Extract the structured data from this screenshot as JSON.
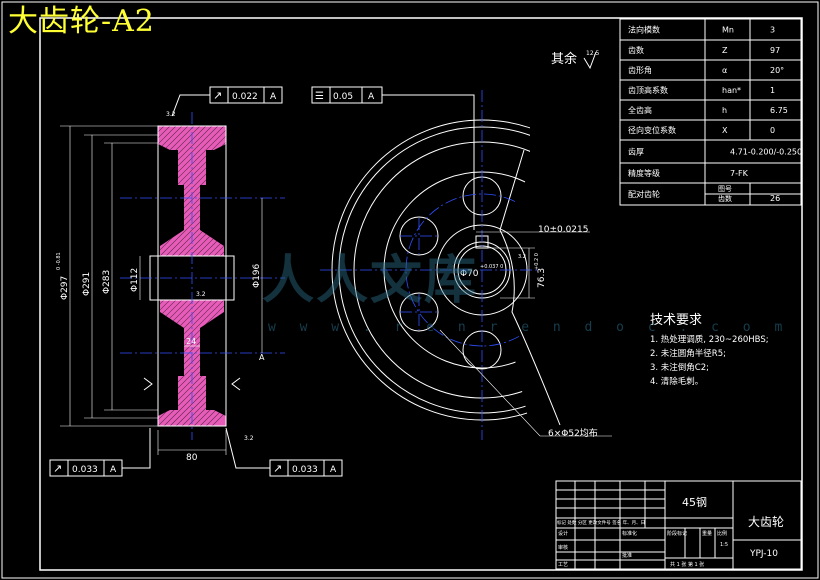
{
  "title": "大齿轮-A2",
  "surface_finish_note": {
    "label": "其余",
    "value": "12.5"
  },
  "tolerance_frames": {
    "top_left": {
      "symbol": "↗",
      "value": "0.022",
      "datum": "A"
    },
    "top_mid": {
      "symbol": "☰",
      "value": "0.05",
      "datum": "A"
    },
    "bottom_left": {
      "symbol": "↗",
      "value": "0.033",
      "datum": "A"
    },
    "bottom_right": {
      "symbol": "↗",
      "value": "0.033",
      "datum": "A"
    }
  },
  "section_dims": {
    "d_outer": "Φ297",
    "d_outer_tol": "0\n-0.81",
    "d_mid": "Φ291",
    "d_inner": "Φ283",
    "d_hub": "Φ112",
    "d_bore": "Φ196",
    "width": "80",
    "web": "24",
    "r": "3.2",
    "finish_a": "3.2",
    "finish_b": "3.2",
    "datum": "A"
  },
  "front_dims": {
    "keyway": "10±0.0215",
    "keyway_depth": "76.3",
    "keyway_depth_tol": "+0.2\n0",
    "bore": "Φ70",
    "bore_tol": "+0.037\n0",
    "holes": "6×Φ52均布",
    "finish": "3.2"
  },
  "param_table": [
    {
      "name": "法向模数",
      "sym": "Mn",
      "val": "3"
    },
    {
      "name": "齿数",
      "sym": "Z",
      "val": "97"
    },
    {
      "name": "齿形角",
      "sym": "α",
      "val": "20°"
    },
    {
      "name": "齿顶高系数",
      "sym": "han*",
      "val": "1"
    },
    {
      "name": "全齿高",
      "sym": "h",
      "val": "6.75"
    },
    {
      "name": "径向变位系数",
      "sym": "X",
      "val": "0"
    },
    {
      "name": "齿厚",
      "sym": "",
      "val": "4.71-0.200/-0.250"
    },
    {
      "name": "精度等级",
      "sym": "",
      "val": "7-FK"
    },
    {
      "name": "配对齿轮",
      "sym": "图号\n齿数",
      "val": "26"
    }
  ],
  "tech_requirements": {
    "heading": "技术要求",
    "items": [
      "1. 热处理调质, 230~260HBS;",
      "2. 未注圆角半径R5;",
      "3. 未注倒角C2;",
      "4. 清除毛刺。"
    ]
  },
  "title_block": {
    "material": "45钢",
    "part_name": "大齿轮",
    "drawing_no": "YPJ-10",
    "scale": "1:5",
    "labels": {
      "row1": "标记 处数 分区 更改文件号 签名 年、月、日",
      "design": "设计",
      "standard": "标准化",
      "stage": "阶段标记",
      "weight": "重量",
      "ratio": "比例",
      "review": "审核",
      "craft": "工艺",
      "approve": "批准",
      "sheet": "共 1 张 第 1 张"
    }
  },
  "watermark": {
    "logo": "人人文库",
    "url": "w w w . r e n r e n d o c . c o m"
  },
  "colors": {
    "bg": "#000000",
    "line": "#ffffff",
    "center": "#3050ff",
    "hatch": "#ff66cc",
    "text": "#ffff33",
    "dim": "#ffffff"
  }
}
